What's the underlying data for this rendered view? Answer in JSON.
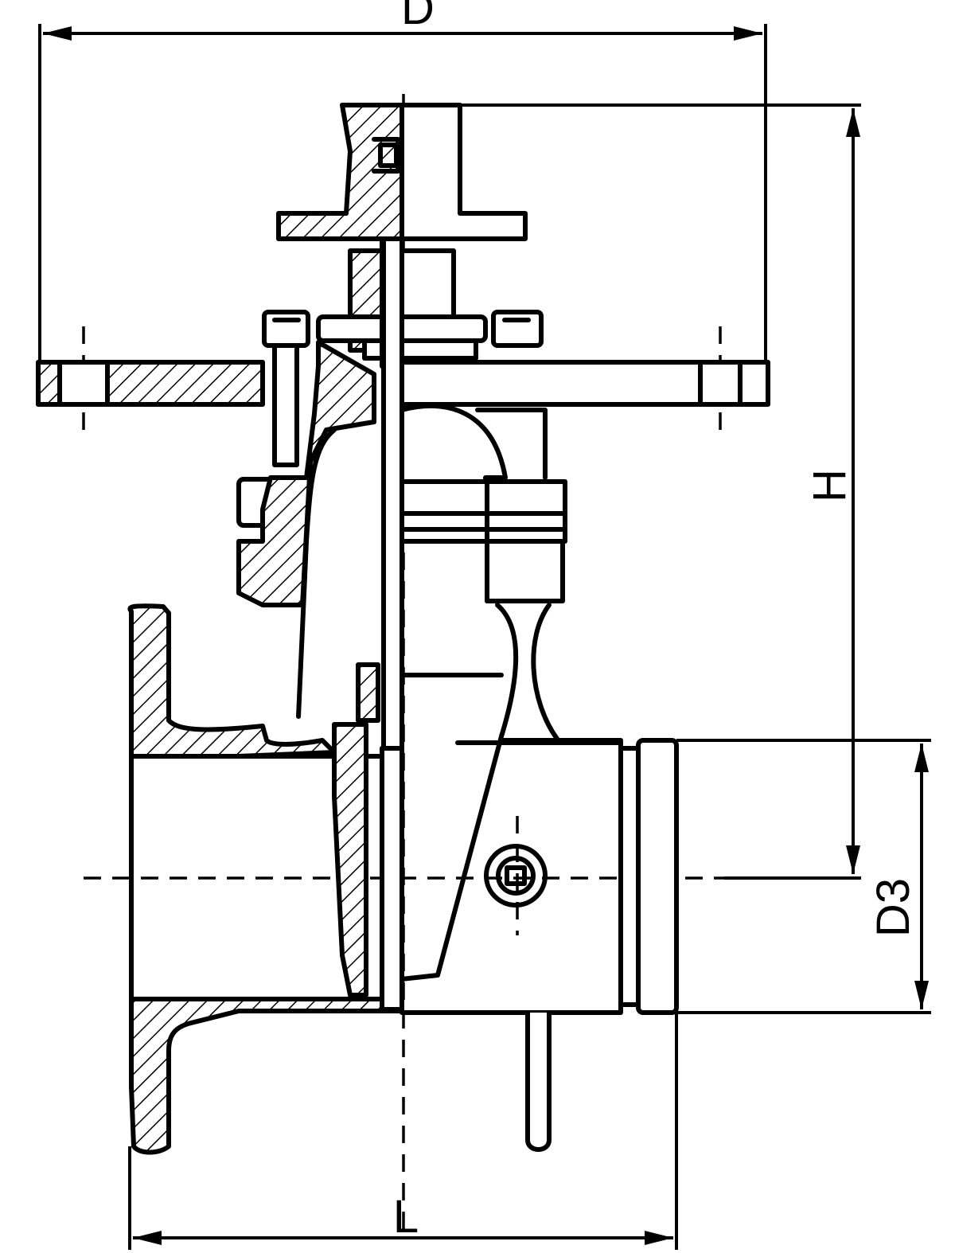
{
  "dimensions": {
    "overall_width_label": "D",
    "height_label": "H",
    "port_diameter_label": "D3",
    "length_label": "L"
  },
  "colors": {
    "line": "#000000",
    "background": "#ffffff"
  }
}
